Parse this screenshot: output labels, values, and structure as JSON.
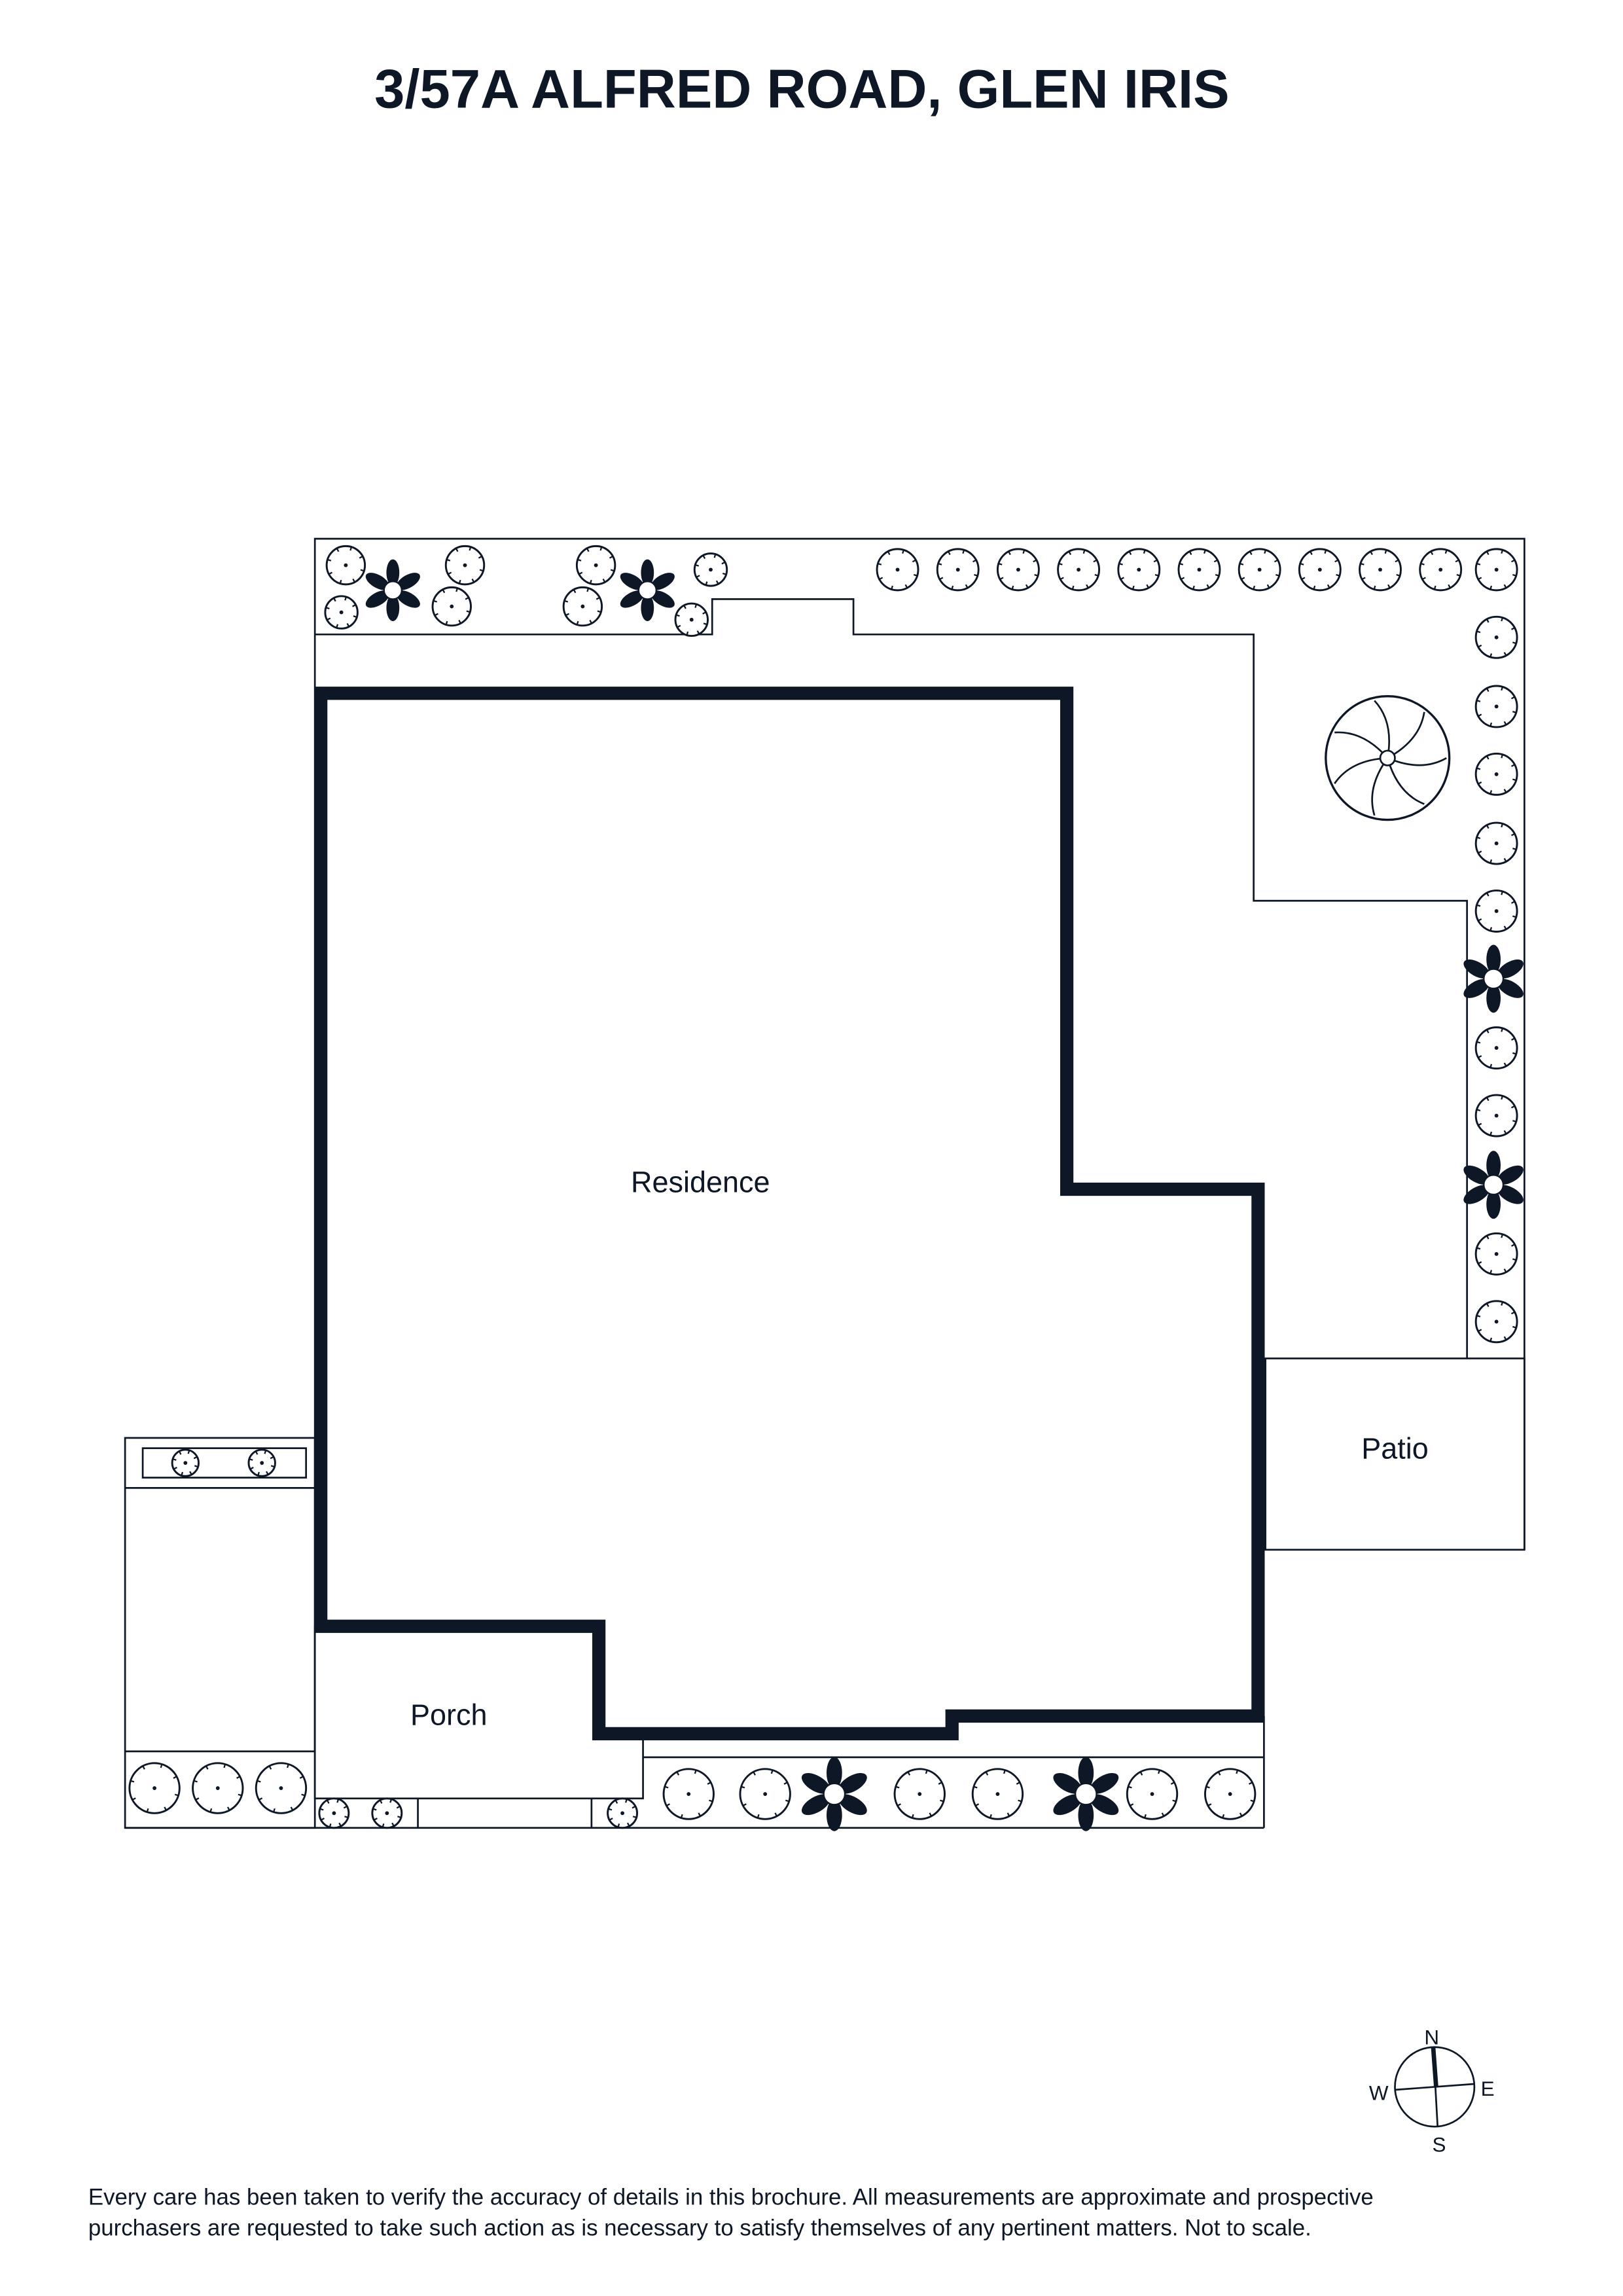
{
  "title": "3/57A ALFRED ROAD, GLEN IRIS",
  "rooms": {
    "residence": "Residence",
    "patio": "Patio",
    "porch": "Porch"
  },
  "compass": {
    "n": "N",
    "e": "E",
    "s": "S",
    "w": "W"
  },
  "disclaimer": {
    "line1": "Every care has been taken to verify the accuracy of details in this brochure. All measurements are approximate and prospective",
    "line2": "purchasers are requested to take such action as is necessary to satisfy themselves of any pertinent matters. Not to scale."
  },
  "colors": {
    "ink": "#0d1726",
    "background": "#ffffff"
  }
}
